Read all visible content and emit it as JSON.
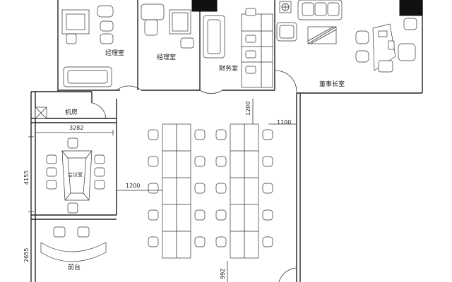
{
  "rooms": {
    "manager_office_1": "经理室",
    "manager_office_2": "经理室",
    "finance_room": "财务室",
    "chairman_office": "董事长室",
    "machine_room": "机房",
    "meeting_room": "会议室",
    "reception": "前台"
  },
  "dimensions": {
    "meeting_width": "3282",
    "meeting_height": "4155",
    "corridor_width": "1200",
    "corridor_vertical": "1200",
    "right_gap": "1100",
    "reception_height": "2655",
    "bottom_dim": "992"
  },
  "colors": {
    "line": "#222222",
    "fill": "#111111",
    "background": "#ffffff"
  }
}
